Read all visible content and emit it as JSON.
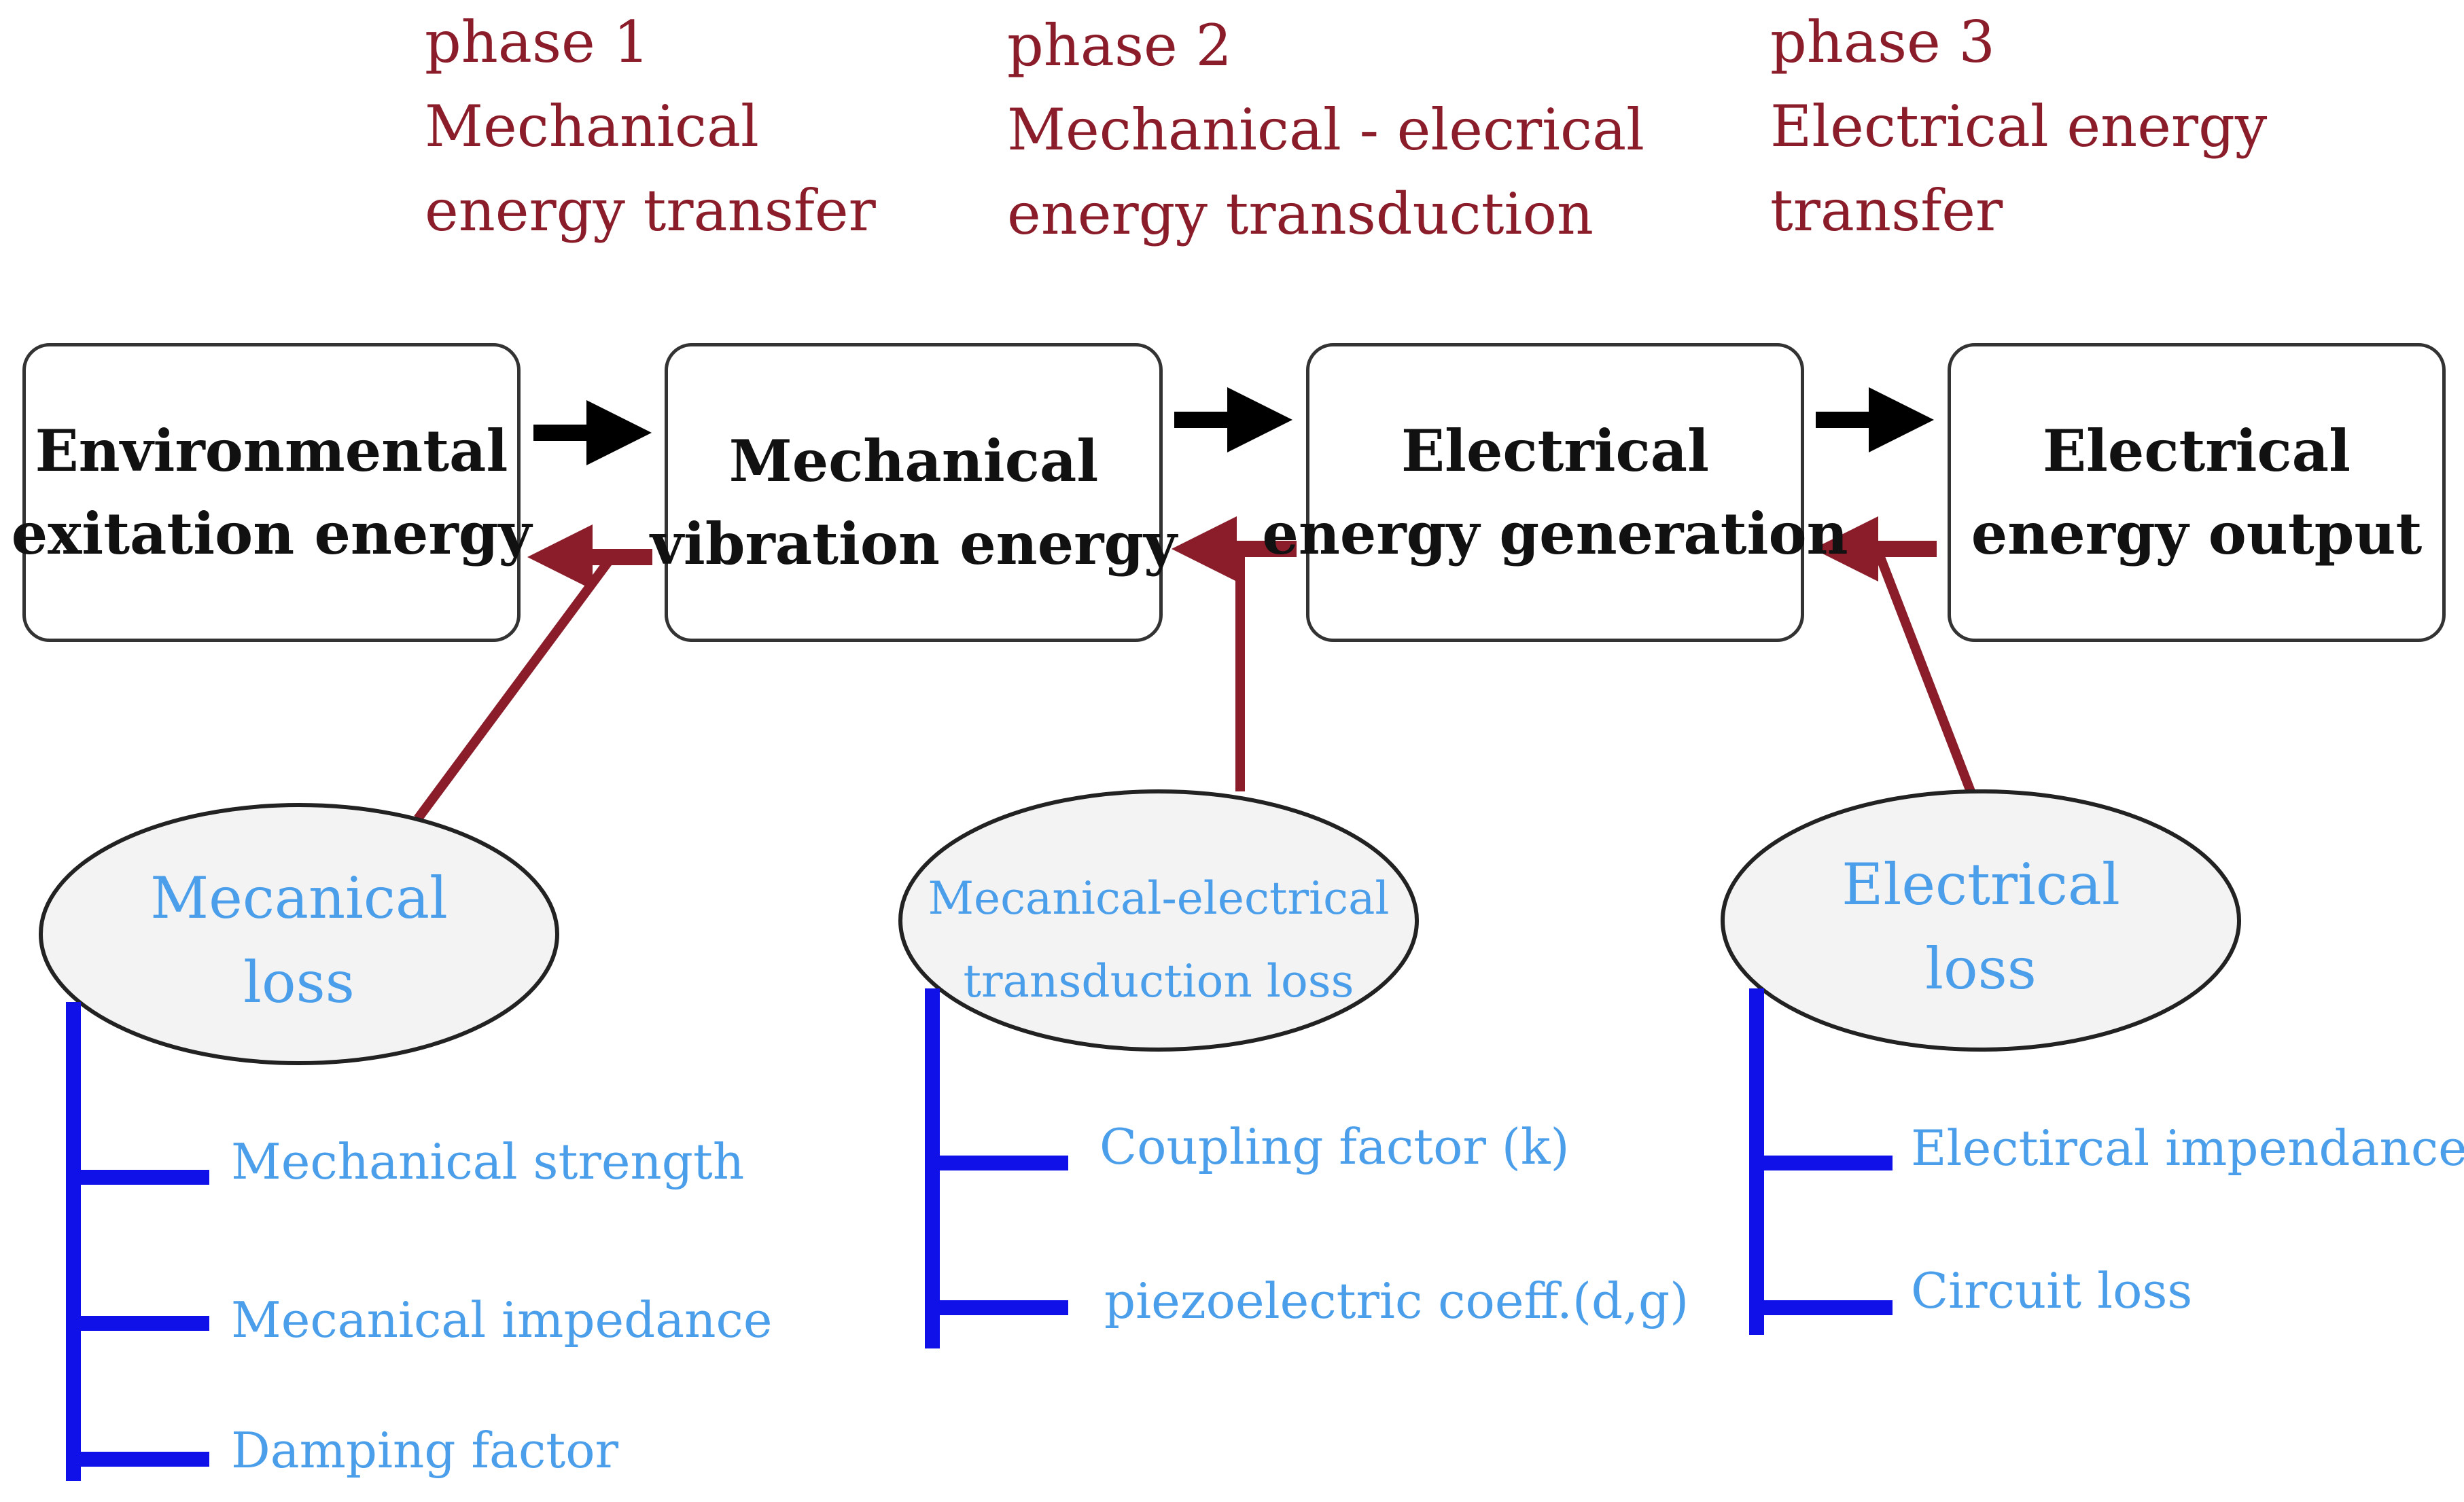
{
  "phases": [
    {
      "line1": "phase 1",
      "line2": "Mechanical",
      "line3": "energy transfer"
    },
    {
      "line1": "phase 2",
      "line2": "Mechanical - elecrical",
      "line3": "energy transduction"
    },
    {
      "line1": "phase 3",
      "line2": "Electrical energy",
      "line3": "transfer"
    }
  ],
  "boxes": [
    {
      "line1": "Environmental",
      "line2": "exitation energy"
    },
    {
      "line1": "Mechanical",
      "line2": "vibration energy"
    },
    {
      "line1": "Electrical",
      "line2": "energy generation"
    },
    {
      "line1": "Electrical",
      "line2": "energy output"
    }
  ],
  "losses": [
    {
      "line1": "Mecanical",
      "line2": "loss",
      "factors": [
        "Mechanical strength",
        "Mecanical impedance",
        "Damping factor"
      ]
    },
    {
      "line1": "Mecanical-electrical",
      "line2": "transduction loss",
      "factors": [
        "Coupling factor (k)",
        "piezoelectric coeff.(d,g)"
      ]
    },
    {
      "line1": "Electrical",
      "line2": "loss",
      "factors": [
        "Electircal impendance",
        "Circuit loss"
      ]
    }
  ],
  "colors": {
    "phase_text": "#8b1c2a",
    "forward_arrow": "#000000",
    "loss_arrow": "#8b1c2a",
    "loss_text": "#4a9eea",
    "factor_bracket": "#1010e8"
  }
}
